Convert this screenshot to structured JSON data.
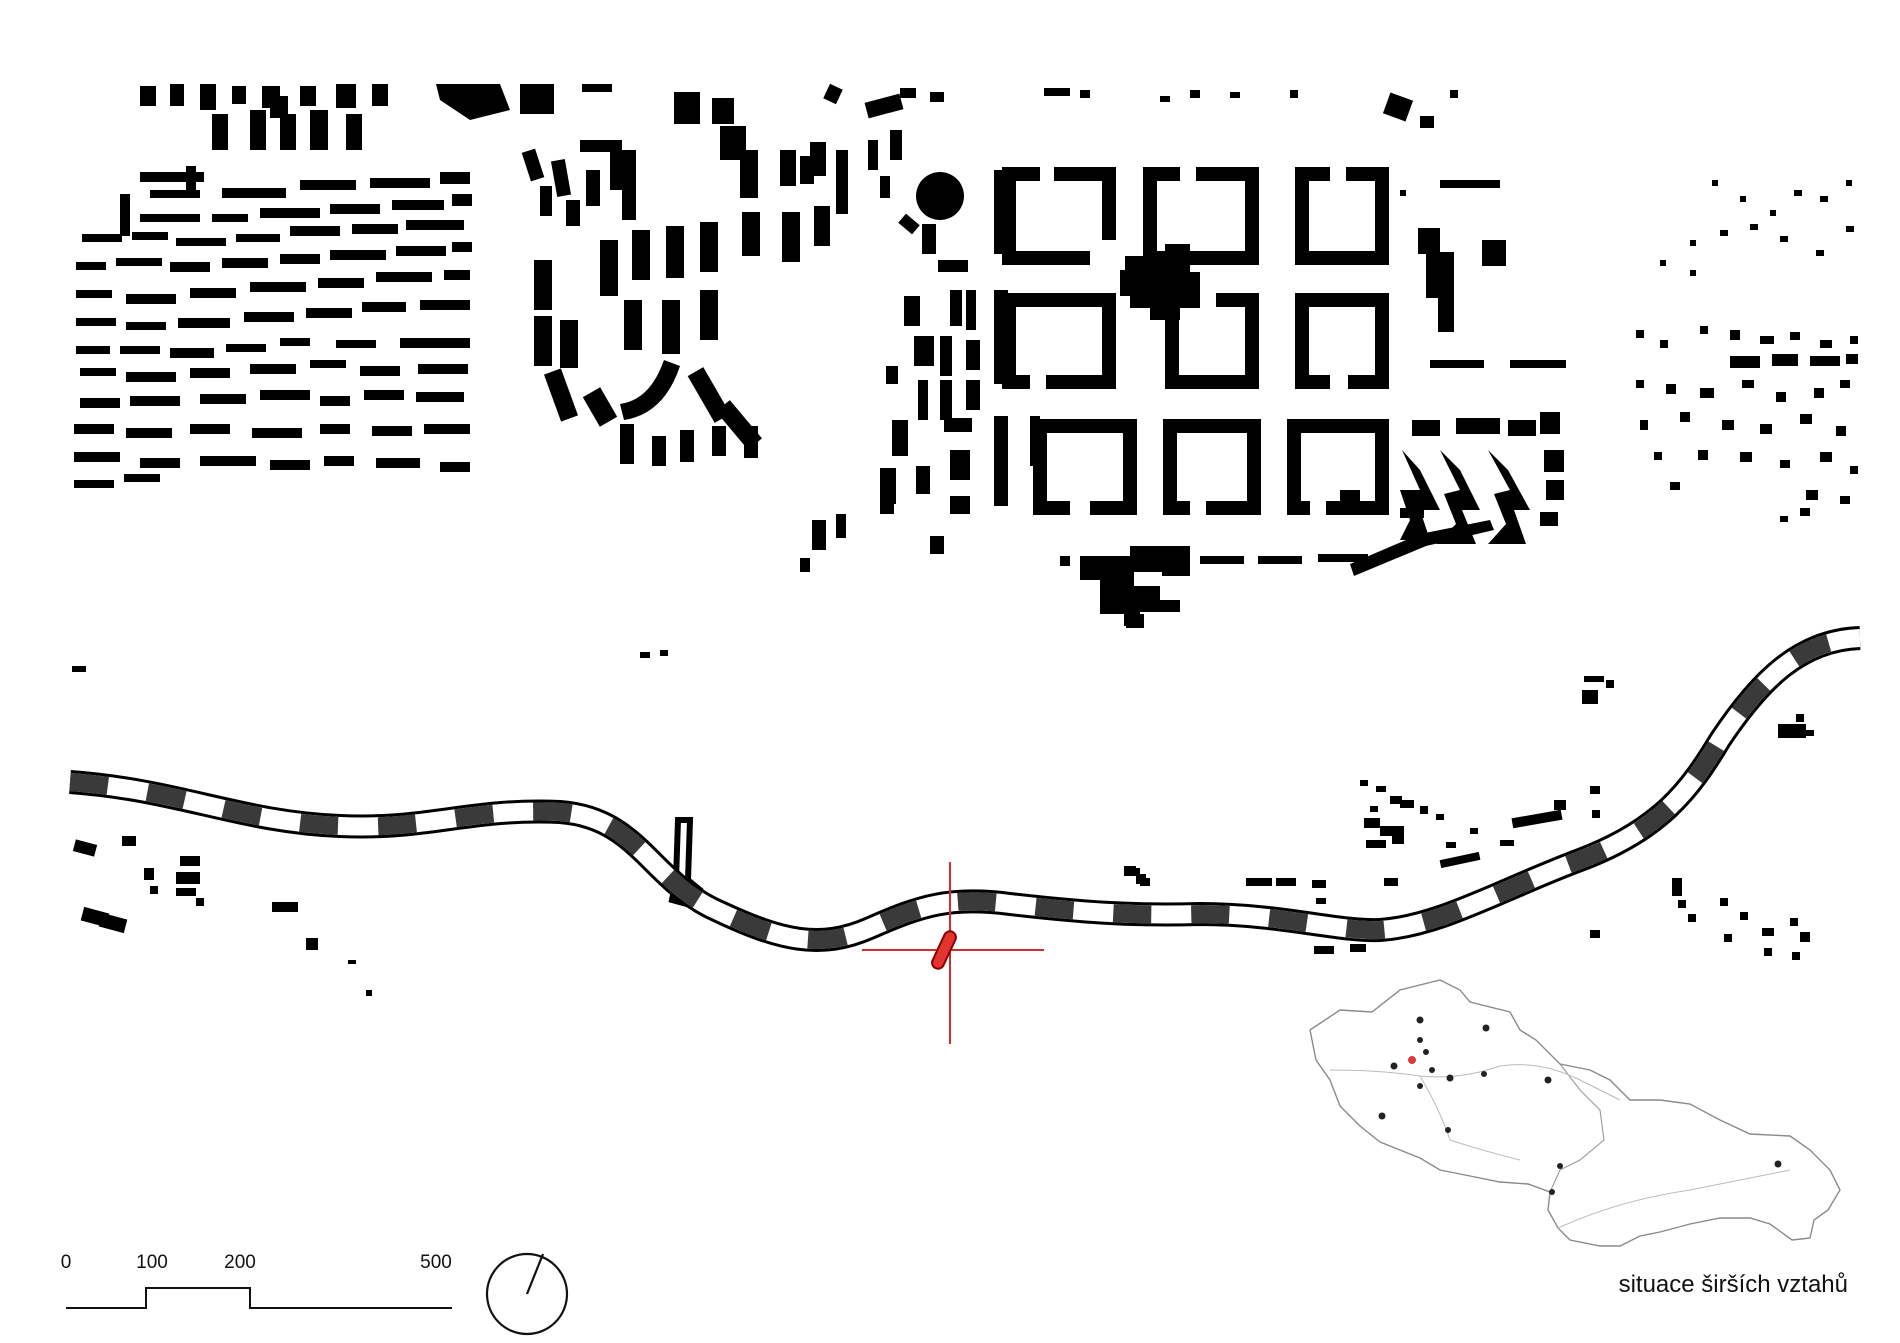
{
  "title": "situace širších vztahů",
  "colors": {
    "buildings": "#000000",
    "road_dark": "#3a3a3a",
    "road_light": "#ffffff",
    "marker": "#e3342f",
    "inset_outline": "#8a8a8a",
    "inset_dot_highlight": "#d63a3a"
  },
  "scale_bar": {
    "labels": [
      "0",
      "100",
      "200",
      "500"
    ]
  },
  "north_arrow": {
    "icon": "north-arrow-icon",
    "rotation_deg": 22
  },
  "inset_map": {
    "icon": "czechoslovakia-outline-icon"
  },
  "site_marker": {
    "icon": "site-crosshair-icon"
  }
}
